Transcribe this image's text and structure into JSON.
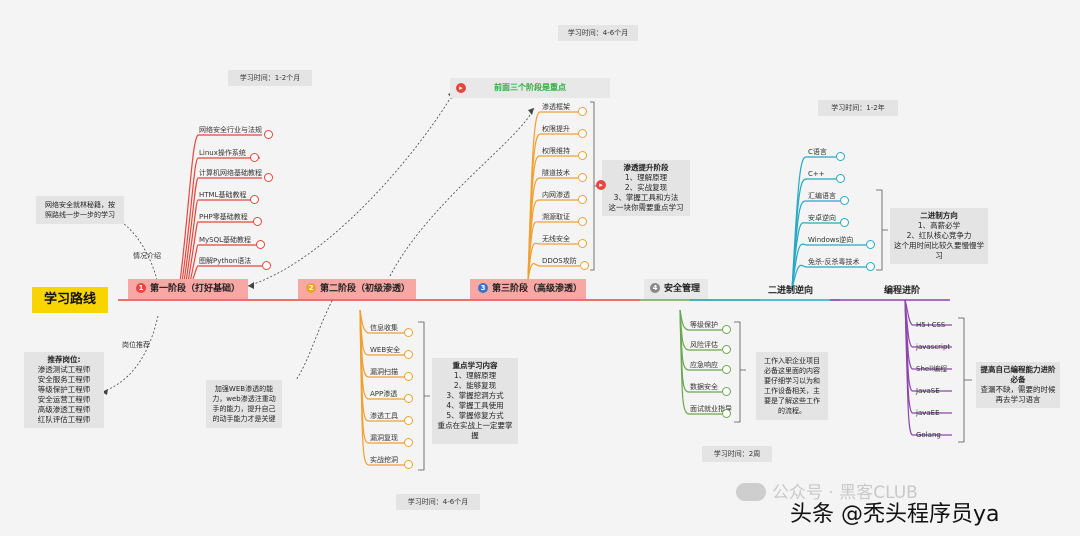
{
  "root": {
    "label": "学习路线"
  },
  "side_notes": {
    "intro_link": "情况介绍",
    "intro_text": "网络安全就林秘籍，按照路线一步一步的学习",
    "job_link": "岗位推荐",
    "jobs": [
      "推荐岗位:",
      "渗透测试工程师",
      "安全服务工程师",
      "等级保护工程师",
      "安全运营工程师",
      "高级渗透工程师",
      "红队评估工程师"
    ]
  },
  "time_tags": {
    "stage1": "学习时间：1-2个月",
    "stage3": "学习时间：4-6个月",
    "reverse": "学习时间：1-2年",
    "manage": "学习时间：2周",
    "stage2": "学习时间：4-6个月"
  },
  "highlight": {
    "label": "前面三个阶段是重点"
  },
  "stages": [
    {
      "num": "1",
      "label": "第一阶段（打好基础）",
      "color": "#e8453c",
      "items": [
        "网络安全行业与法规",
        "Linux操作系统",
        "计算机网络基础教程",
        "HTML基础教程",
        "PHP零基础教程",
        "MySQL基础教程",
        "图解Python语法"
      ]
    },
    {
      "num": "2",
      "label": "第二阶段（初级渗透）",
      "color": "#f0a030",
      "items": [
        "信息收集",
        "WEB安全",
        "漏洞扫描",
        "APP渗透",
        "渗透工具",
        "漏洞复现",
        "实战挖洞"
      ],
      "note_left": "加强WEB渗透的能力，web渗透注重动手的能力，提升自己的动手能力才是关键",
      "note_right": [
        "重点学习内容",
        "1、理解原理",
        "2、能够复现",
        "3、掌握挖洞方式",
        "4、掌握工具使用",
        "5、掌握修复方式",
        "重点在实战上一定要掌握"
      ]
    },
    {
      "num": "3",
      "label": "第三阶段（高级渗透）",
      "color": "#3b73c9",
      "items": [
        "渗透框架",
        "权限提升",
        "权限维持",
        "隧道技术",
        "内网渗透",
        "溯源取证",
        "无线安全",
        "DDOS攻防"
      ],
      "note": [
        "渗透提升阶段",
        "1、理解原理",
        "2、实战复现",
        "3、掌握工具和方法",
        "这一块你需要重点学习"
      ]
    }
  ],
  "manage": {
    "num": "4",
    "label": "安全管理",
    "items": [
      "等级保护",
      "风险评估",
      "应急响应",
      "数据安全",
      "面试就业指导"
    ],
    "note": "工作入职企业项目必备这里面的内容要仔细学习以为和工作设备相关，主要是了解这些工作的流程。"
  },
  "reverse": {
    "label": "二进制逆向",
    "items": [
      "C语言",
      "C++",
      "汇编语言",
      "安卓逆向",
      "Windows逆向",
      "免杀-反杀毒技术"
    ],
    "note": [
      "二进制方向",
      "1、高薪必学",
      "2、红队核心竞争力",
      "这个用时间比较久要慢慢学习"
    ]
  },
  "coding": {
    "label": "编程进阶",
    "items": [
      "H5+CSS",
      "javascript",
      "Shell编程",
      "JavaSE",
      "javaEE",
      "Golang"
    ],
    "note": [
      "提高自己编程能力进阶必备",
      "查漏不缺，需要的时候再去学习语言"
    ]
  },
  "watermark": {
    "account": "公众号 · 黑客CLUB",
    "author": "头条 @秃头程序员ya"
  },
  "colors": {
    "stage1": "#e8453c",
    "stage2": "#f0a030",
    "stage3": "#f0a030",
    "manage": "#6aa84f",
    "reverse": "#26a9c4",
    "coding": "#8e44ad",
    "root": "#f8d400"
  }
}
